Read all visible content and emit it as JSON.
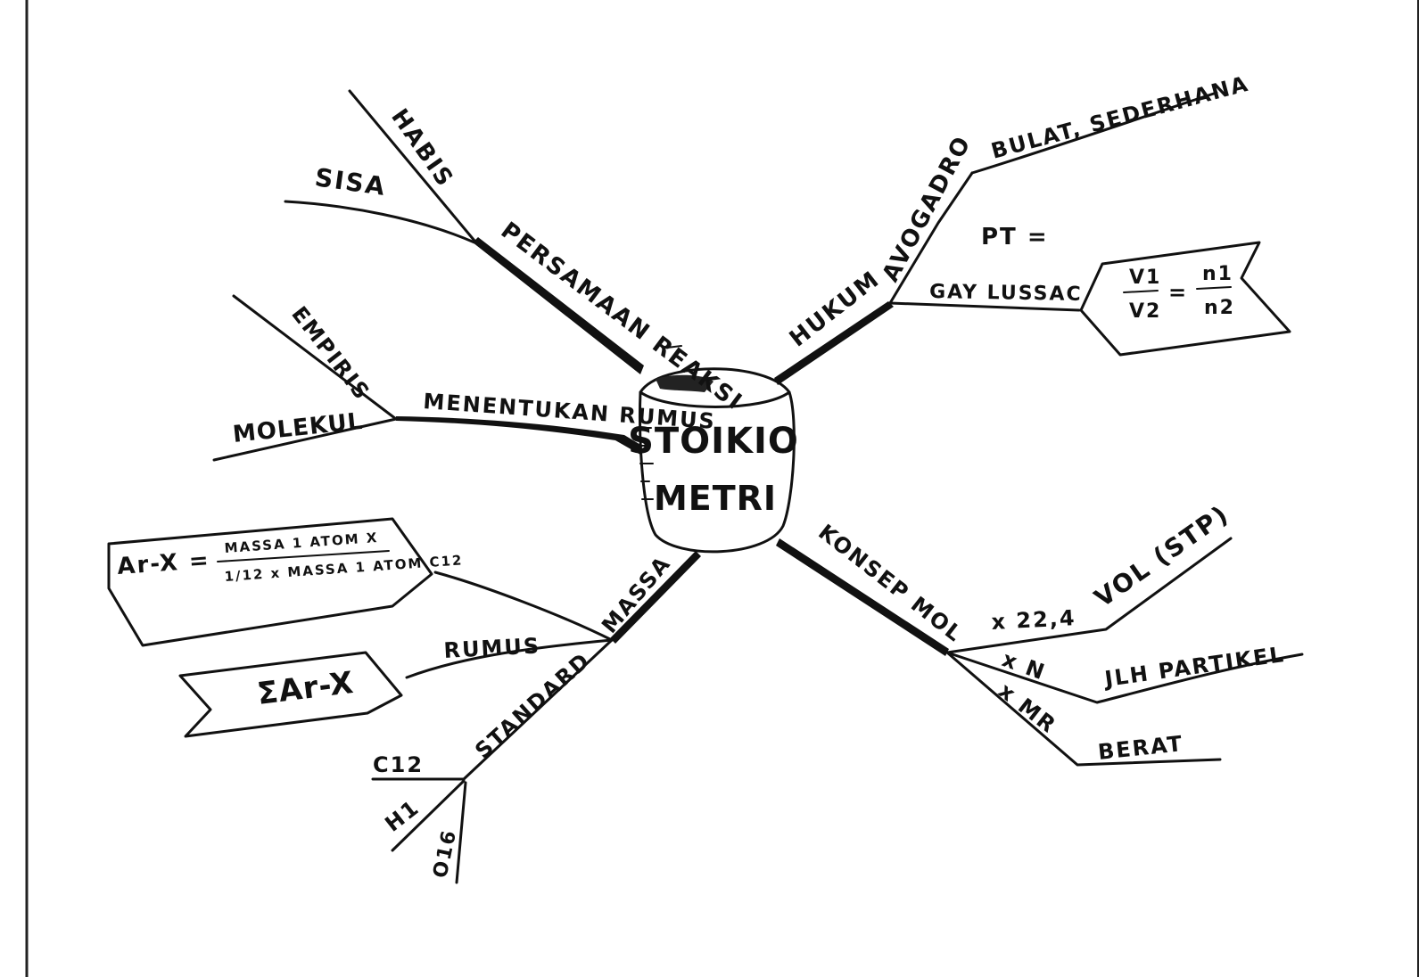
{
  "center": {
    "line1": "STOIKIO",
    "line2": "METRI"
  },
  "branches": {
    "persamaan": {
      "label": "PERSAMAAN REAKSI",
      "sub": [
        "HABIS",
        "SISA"
      ]
    },
    "rumus": {
      "label": "MENENTUKAN RUMUS",
      "sub": [
        "EMPIRIS",
        "MOLEKUL"
      ]
    },
    "massa": {
      "label": "MASSA",
      "rumus_label": "RUMUS",
      "standard_label": "STANDARD",
      "standards": [
        "C12",
        "H1",
        "O16"
      ],
      "formula_lhs": "Ar-X =",
      "formula_num": "MASSA 1 ATOM X",
      "formula_den": "1/12 x MASSA 1 ATOM C12",
      "sum_formula": "ΣAr-X"
    },
    "hukum": {
      "label": "HUKUM",
      "avogadro": "AVOGADRO",
      "avogadro_note": "BULAT, SEDERHANA",
      "gay_lussac": "GAY LUSSAC",
      "pt": "PT =",
      "ratio_v1": "V1",
      "ratio_v2": "V2",
      "ratio_eq": "=",
      "ratio_n1": "n1",
      "ratio_n2": "n2"
    },
    "konsep_mol": {
      "label": "KONSEP MOL",
      "items": [
        {
          "op": "x 22,4",
          "target": "VOL (STP)"
        },
        {
          "op": "x N",
          "target": "JLH PARTIKEL"
        },
        {
          "op": "x MR",
          "target": "BERAT"
        }
      ]
    }
  }
}
